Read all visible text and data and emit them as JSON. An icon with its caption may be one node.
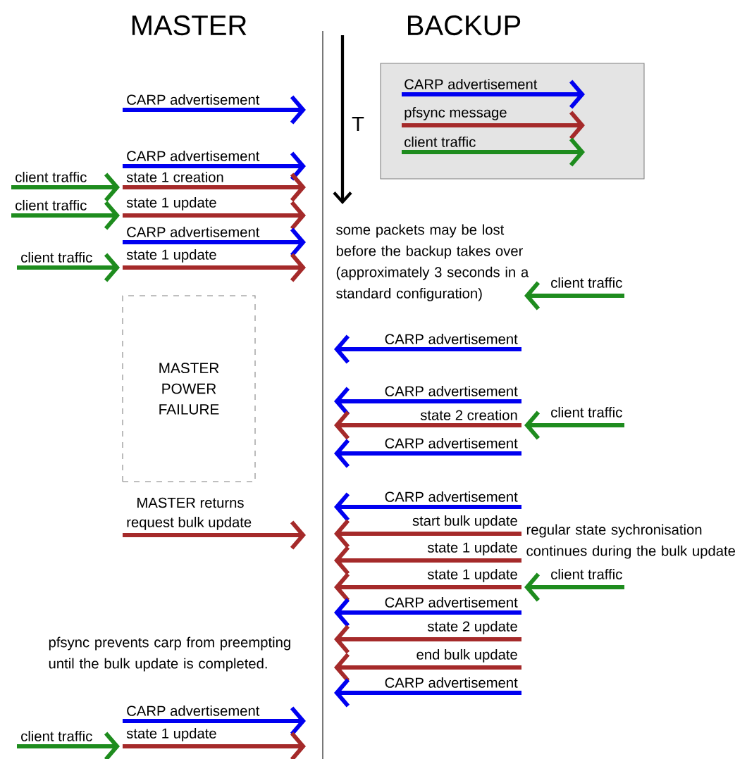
{
  "diagram": {
    "nodes": [
      {
        "text": [
          "MASTER POWER FAILURE"
        ]
      }
    ],
    "labels": [
      "MASTER",
      "BACKUP",
      "CARP advertisement",
      "T",
      "CARP advertisement",
      "client traffic",
      "state 1 creation",
      "client traffic",
      "state 1 update",
      "some packets may be lost before the backup takes over (approximately 3 seconds in a standard configuration)",
      "CARP advertisement",
      "client traffic",
      "state 1 update",
      "client traffic",
      "CARP advertisement",
      "CARP advertisement",
      "state 2 creation",
      "client traffic",
      "CARP advertisement",
      "MASTER returns",
      "CARP advertisement",
      "request bulk update",
      "start bulk update",
      "regular state sychronisation continues during the bulk update",
      "state 1 update",
      "state 1 update",
      "client traffic",
      "CARP advertisement",
      "state 2 update",
      "pfsync prevents carp from preempting until the bulk update is completed.",
      "end bulk update",
      "CARP advertisement",
      "CARP advertisement",
      "client traffic",
      "state 1 update"
    ],
    "legend": [
      {
        "text": "CARP advertisement",
        "color": "#0000f0"
      },
      {
        "text": "pfsync message",
        "color": "#a52a2a"
      },
      {
        "text": "client traffic",
        "color": "#1e8c1e"
      }
    ]
  }
}
